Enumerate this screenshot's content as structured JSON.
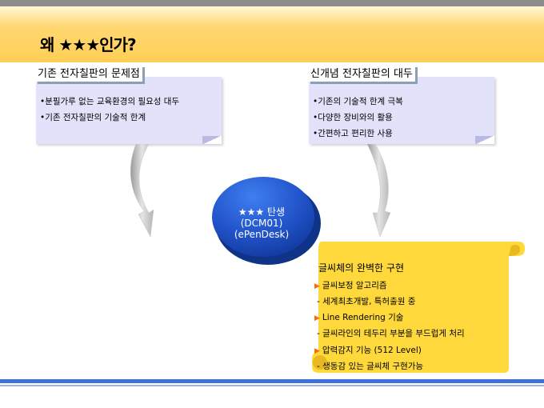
{
  "title": "왜 ★★★인가?",
  "left": {
    "heading": "기존 전자칠판의 문제점",
    "items": [
      "•분필가루 없는 교육환경의 필요성 대두",
      "•기존 전자칠판의 기술적 한계"
    ]
  },
  "right": {
    "heading": "신개념 전자칠판의 대두",
    "items": [
      "•기존의 기술적 한계 극복",
      "•다양한 장비와의 활용",
      "•간편하고 편리한 사용"
    ]
  },
  "center": {
    "line1": "★★★ 탄생",
    "line2": "(DCM01)",
    "line3": "(ePenDesk)"
  },
  "scroll": {
    "title": "글씨체의 완벽한 구현",
    "lines": [
      "글씨보정 알고리즘",
      "- 세계최초개발, 특허출원 중",
      "Line Rendering 기술",
      "- 글씨라인의 테두리 부분을 부드럽게 처리",
      "압력감지 기능 (512 Level)",
      "- 생동감 있는 글씨체 구현가능"
    ]
  },
  "colors": {
    "header": "#ffce54",
    "note": "#e2e2fb",
    "scroll": "#ffd93b",
    "accent_blue": "#2f5bd8",
    "footer_blue": "#3f6fd9"
  }
}
